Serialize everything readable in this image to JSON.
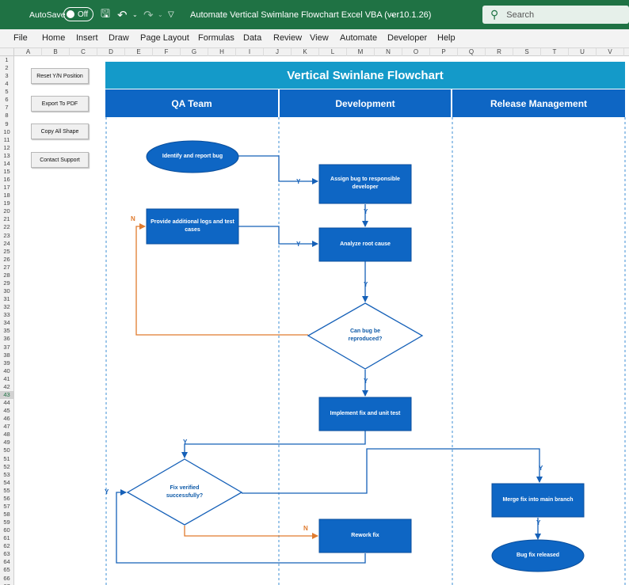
{
  "window": {
    "autosave_label": "AutoSave",
    "autosave_state": "Off",
    "title": "Automate Vertical Swimlane Flowchart Excel VBA (ver10.1.26)",
    "search_placeholder": "Search",
    "accent": "#1f7244"
  },
  "menu": [
    "File",
    "Home",
    "Insert",
    "Draw",
    "Page Layout",
    "Formulas",
    "Data",
    "Review",
    "View",
    "Automate",
    "Developer",
    "Help"
  ],
  "grid": {
    "columns": [
      "A",
      "B",
      "C",
      "D",
      "E",
      "F",
      "G",
      "H",
      "I",
      "J",
      "K",
      "L",
      "M",
      "N",
      "O",
      "P",
      "Q",
      "R",
      "S",
      "T",
      "U",
      "V"
    ],
    "rows": [
      "1",
      "2",
      "3",
      "4",
      "5",
      "6",
      "7",
      "8",
      "9",
      "10",
      "11",
      "12",
      "13",
      "14",
      "15",
      "16",
      "17",
      "18",
      "19",
      "20",
      "21",
      "22",
      "23",
      "24",
      "25",
      "26",
      "27",
      "28",
      "29",
      "30",
      "31",
      "32",
      "33",
      "34",
      "35",
      "36",
      "37",
      "38",
      "39",
      "40",
      "41",
      "42",
      "43",
      "44",
      "45",
      "46",
      "47",
      "48",
      "49",
      "50",
      "51",
      "52",
      "53",
      "54",
      "55",
      "56",
      "57",
      "58",
      "59",
      "60",
      "61",
      "62",
      "63",
      "64",
      "65",
      "66",
      "67"
    ],
    "selected_row": "43"
  },
  "macro_buttons": [
    "Reset Y/N Position",
    "Export To PDF",
    "Copy All Shape",
    "Contact Support"
  ],
  "flowchart": {
    "title": "Vertical Swinlane Flowchart",
    "lanes": [
      "QA Team",
      "Development",
      "Release Management"
    ],
    "shapes": {
      "identify": "Identify and report bug",
      "assign": "Assign bug to responsible developer",
      "logs": "Provide additional logs and test cases",
      "analyze": "Analyze root cause",
      "reproduce": "Can bug be reproduced?",
      "implement": "Implement fix and unit test",
      "verified": "Fix verified successfully?",
      "merge": "Merge fix into main branch",
      "rework": "Rework fix",
      "released": "Bug fix released"
    },
    "yes_label": "Y",
    "no_label": "N",
    "colors": {
      "title_bg": "#149ac9",
      "lane_bg": "#0e66c4",
      "shape": "#0e66c4",
      "yes_line": "#1560b8",
      "no_line": "#e07b2e"
    }
  }
}
